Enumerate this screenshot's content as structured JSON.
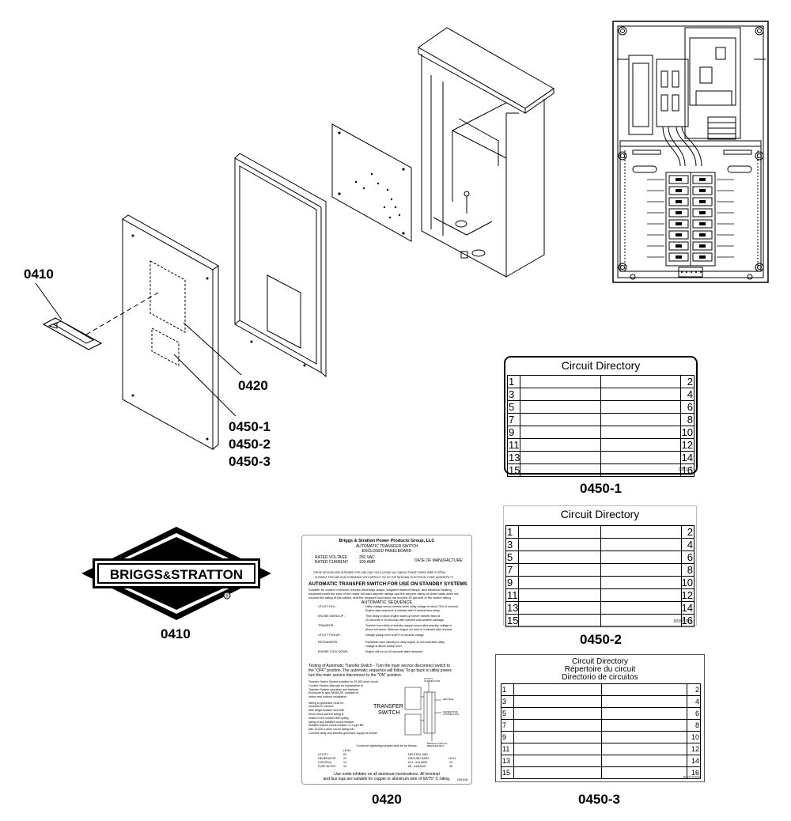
{
  "callouts": {
    "c0410_top": "0410",
    "c0420": "0420",
    "c0450_1": "0450-1",
    "c0450_2": "0450-2",
    "c0450_3": "0450-3",
    "cap_0450_1": "0450-1",
    "cap_0450_2": "0450-2",
    "cap_0450_3": "0450-3",
    "cap_0410": "0410",
    "cap_0420": "0420"
  },
  "logo": {
    "text_left": "BRIGGS",
    "amp": "&",
    "text_right": "STRATTON",
    "registered": "®"
  },
  "directory1": {
    "title": "Circuit Directory",
    "left": [
      "1",
      "3",
      "5",
      "7",
      "9",
      "11",
      "13",
      "15"
    ],
    "right": [
      "2",
      "4",
      "6",
      "8",
      "10",
      "12",
      "14",
      "16"
    ],
    "part_no": "206114"
  },
  "directory2": {
    "title": "Circuit Directory",
    "left": [
      "1",
      "3",
      "5",
      "7",
      "9",
      "11",
      "13",
      "15"
    ],
    "right": [
      "2",
      "4",
      "6",
      "8",
      "10",
      "12",
      "14",
      "16"
    ],
    "part_no": "80005703"
  },
  "directory3": {
    "title1": "Circuit Directory",
    "title2": "Répertoire du circuit",
    "title3": "Directorio de circuitos",
    "left": [
      "1",
      "3",
      "5",
      "7",
      "9",
      "11",
      "13",
      "15"
    ],
    "right": [
      "2",
      "4",
      "6",
      "8",
      "10",
      "12",
      "14",
      "16"
    ],
    "part_no": "80010108"
  },
  "label0420": {
    "company": "Briggs & Stratton Power Products Group, LLC",
    "product1": "AUTOMATIC TRANSFER SWITCH",
    "product2": "ENCLOSED PANELBOARD",
    "rated_voltage_label": "RATED VOLTAGE",
    "rated_voltage": "250 VAC",
    "rated_current_label": "RATED CURRENT",
    "rated_current": "100 AMP",
    "date_mfg": "DATE OF MANUFACTURE",
    "notice1": "THESE DEVICES ARE INTENDED FOR USE ONLY ON A 120/240 VAC SINGLE PHASE THREE WIRE SYSTEM.",
    "notice2": "SUITABLE FOR USE IN ACCORDANCE WITH ARTICLE 702 OF THE NATIONAL ELECTRICAL CODE, ANSI/NFPA 70.",
    "heading": "AUTOMATIC TRANSFER SWITCH FOR USE ON STANDBY SYSTEMS",
    "suitable1": "Suitable for control of motors, electric discharge lamps, tungsten filament lamps, and electrical heating",
    "suitable2": "equipment with the sum of the motor full load ampere ratings and the ampere rating of other loads does not",
    "suitable3": "exceed the rating of the switch, and the tungsten load does not exceed 30 percent of the switch rating.",
    "seq_heading": "AUTOMATIC SEQUENCE",
    "seq": [
      {
        "k": "UTILITY FAIL -",
        "v1": "Utility voltage sensor senses when utility voltage is below 70% of nominal.",
        "v2": "Engine start sequence is initiated after 6 second time delay."
      },
      {
        "k": "ENGINE WARM-UP -",
        "v1": "Time delay to allow engine warm-up before transfer fixed at",
        "v2": "20 seconds or 50 seconds with optional cold weather package."
      },
      {
        "k": "TRANSFER -",
        "v1": "Transfer from utility to standby supply occurs after standby voltage is",
        "v2": "above set levels. Minimum engine run time is 4 minutes after transfer."
      },
      {
        "k": "UTILITY PICKUP -",
        "v1": "Voltage pickup level is 80% of nominal voltage.",
        "v2": ""
      },
      {
        "k": "RETRANSFER -",
        "v1": "Retransfer from standby to utility supply 10 seconds after utility",
        "v2": "voltage is above pickup level."
      },
      {
        "k": "ENGINE COOL DOWN -",
        "v1": "Engine will run for 60 seconds after retransfer.",
        "v2": ""
      }
    ],
    "testing1": "Testing of Automatic Transfer Switch - Turn the main service disconnect switch to",
    "testing2": "the \"OFF\" position. The automatic sequence will follow. To go back to utility power,",
    "testing3": "turn the main service disconnect to the \"ON\" position.",
    "left_col": [
      "Transfer Switch System suitable for 22,000 short circuit.",
      "Consult Owners Manuals for explanation of",
      "Transfer System operation and features.",
      "Enclosure is type NEMA 3R, suitable for",
      "indoor and outdoor installation.",
      "",
      "Wiring to generator must be",
      "enclosed in conduit.",
      "Max single breaker size 50A",
      "short-circuit current rating is",
      "limited to the lowest interrupting",
      "rating of any installed circuit breaker.",
      "Suitable branch circuit breaker C-H type BR",
      "with 10,000 a short circuit rating min.",
      "Connect utility and standby generator supply as shown"
    ],
    "ts_label1": "TRANSFER",
    "ts_label2": "SWITCH",
    "diag_utility": "UTILITY CONNECTION",
    "diag_neutral": "NEUTRAL",
    "diag_generator": "GENERATOR CONNECTION",
    "diag_branch": "BRANCH CIRCUIT BREAKER BUS",
    "torque_heading": "Connector tightening torques shall be as follows:",
    "lbin": "LB IN.",
    "torque_left": [
      {
        "k": "UTILITY",
        "v": "60"
      },
      {
        "k": "GENERATOR",
        "v": "20"
      },
      {
        "k": "CONTROL",
        "v": "12"
      },
      {
        "k": "FUSE BLOCK",
        "v": "12"
      }
    ],
    "torque_right_heading1": "NEUTRAL AND",
    "torque_right_heading2": "GROUND BARS",
    "torque_right": [
      {
        "k": "#14 - #10 AWG",
        "v": "20"
      },
      {
        "k": "#8 - #4/0AWG",
        "v": "35"
      }
    ],
    "footer1": "Use oxide inhibitor on all aluminum terminations. All terminal",
    "footer2": "and bus lugs are suitable for copper or aluminum wire of 60/75° C rating.",
    "part_no": "205108"
  }
}
